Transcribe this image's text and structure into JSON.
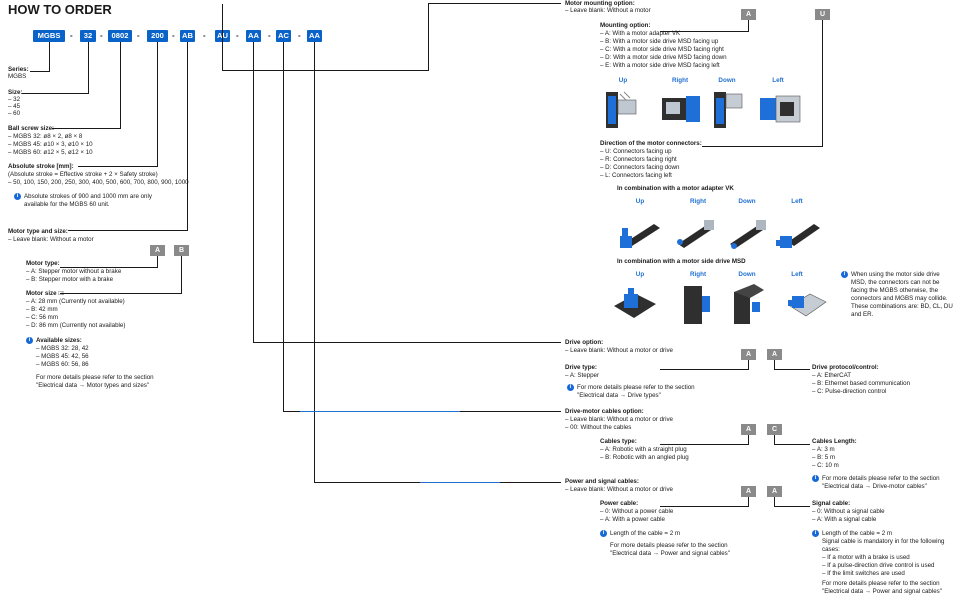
{
  "title": "HOW TO ORDER",
  "codes": [
    "MGBS",
    "32",
    "0802",
    "200",
    "AB",
    "AU",
    "AA",
    "AC",
    "AA"
  ],
  "left": {
    "series": {
      "heading": "Series:",
      "value": "MGBS"
    },
    "size": {
      "heading": "Size:",
      "items": [
        "– 32",
        "– 45",
        "– 60"
      ]
    },
    "ballscrew": {
      "heading": "Ball screw size:",
      "items": [
        "– MGBS 32: ø8 × 2, ø8 × 8",
        "– MGBS 45: ø10 × 3, ø10 × 10",
        "– MGBS 60: ø12 × 5, ø12 × 10"
      ]
    },
    "stroke": {
      "heading": "Absolute stroke [mm]:",
      "items": [
        "(Absolute stroke = Effective stroke + 2 × Safety stroke)",
        "– 50, 100, 150, 200, 250, 300, 400, 500, 600, 700, 800, 900, 1000"
      ],
      "note": [
        "Absolute strokes of 900 and 1000 mm are only",
        "available for the MGBS 60 unit."
      ]
    },
    "motor": {
      "heading": "Motor type and size:",
      "blank": "– Leave blank: Without a motor",
      "box_a": "A",
      "box_b": "B",
      "type_heading": "Motor type:",
      "type_items": [
        "– A: Stepper motor without a brake",
        "– B: Stepper motor with a brake"
      ],
      "size_heading": "Motor size □:",
      "size_items": [
        "– A: 28 mm (Currently not available)",
        "– B: 42 mm",
        "– C: 56 mm",
        "– D: 86 mm (Currently not available)"
      ],
      "avail_heading": "Available sizes:",
      "avail_items": [
        "– MGBS 32: 28, 42",
        "– MGBS 45: 42, 56",
        "– MGBS 60: 56, 86"
      ],
      "ref": [
        "For more details please refer to the section",
        "\"Electrical data → Motor types and sizes\""
      ]
    }
  },
  "right": {
    "mounting": {
      "heading": "Motor mounting option:",
      "blank": "– Leave blank: Without a motor",
      "box_a": "A",
      "box_u": "U",
      "opt_heading": "Mounting option:",
      "opt_items": [
        "– A: With a motor adapter VK",
        "– B: With a motor side drive MSD facing up",
        "– C: With a motor side drive MSD facing right",
        "– D: With a motor side drive MSD facing down",
        "– E: With a motor side drive MSD facing left"
      ],
      "dirs": [
        "Up",
        "Right",
        "Down",
        "Left"
      ]
    },
    "connectors": {
      "heading": "Direction of the motor connectors:",
      "items": [
        "– U: Connectors facing up",
        "– R: Connectors facing right",
        "– D: Connectors facing down",
        "– L: Connectors facing left"
      ],
      "vk_heading": "In combination with a motor adapter VK",
      "msd_heading": "In combination with a motor side drive MSD",
      "dirs": [
        "Up",
        "Right",
        "Down",
        "Left"
      ],
      "note": [
        "When using the motor side drive",
        "MSD, the connectors can not be",
        "facing the MGBS otherwise, the",
        "connectors and MGBS may collide.",
        "These combinations are: BD, CL, DU",
        "and ER."
      ]
    },
    "drive": {
      "heading": "Drive option:",
      "blank": "– Leave blank: Without a motor or drive",
      "box_a": "A",
      "box_a2": "A",
      "type_heading": "Drive type:",
      "type_items": [
        "– A: Stepper"
      ],
      "ref": [
        "For more details please refer to the section",
        "\"Electrical data → Drive types\""
      ],
      "proto_heading": "Drive protocol/control:",
      "proto_items": [
        "– A: EtherCAT",
        "– B: Ethernet based communication",
        "– C: Pulse-direction control"
      ]
    },
    "cables": {
      "heading": "Drive-motor cables option:",
      "items": [
        "– Leave blank: Without a motor or drive",
        "– 00: Without the cables"
      ],
      "box_a": "A",
      "box_c": "C",
      "type_heading": "Cables type:",
      "type_items": [
        "– A: Robotic with a straight plug",
        "– B: Robotic with an angled plug"
      ],
      "len_heading": "Cables Length:",
      "len_items": [
        "– A: 3 m",
        "– B: 5 m",
        "– C: 10 m"
      ],
      "ref": [
        "For more details please refer to the section",
        "\"Electrical data → Drive-motor cables\""
      ]
    },
    "power": {
      "heading": "Power and signal cables:",
      "blank": "– Leave blank: Without a motor or drive",
      "box_a": "A",
      "box_a2": "A",
      "pc_heading": "Power cable:",
      "pc_items": [
        "– 0: Without a power cable",
        "– A: With a power cable"
      ],
      "pc_note": "Length of the cable = 2 m",
      "pc_ref": [
        "For more details please refer to the section",
        "\"Electrical data → Power and signal cables\""
      ],
      "sc_heading": "Signal cable:",
      "sc_items": [
        "– 0: Without a signal cable",
        "– A: With a signal cable"
      ],
      "sc_note": [
        "Length of the cable = 2 m",
        "Signal cable is mandatory in for the following",
        "cases:",
        "–  If a motor with a brake is used",
        "–  If a pulse-direction drive control is used",
        "–  If the limit switches are used"
      ],
      "sc_ref": [
        "For more details please refer to the section",
        "\"Electrical data → Power and signal cables\""
      ]
    }
  },
  "colors": {
    "code_blue": "#0a63c8",
    "accent_blue": "#1f6fd0",
    "box_gray": "#8a8a8a"
  }
}
